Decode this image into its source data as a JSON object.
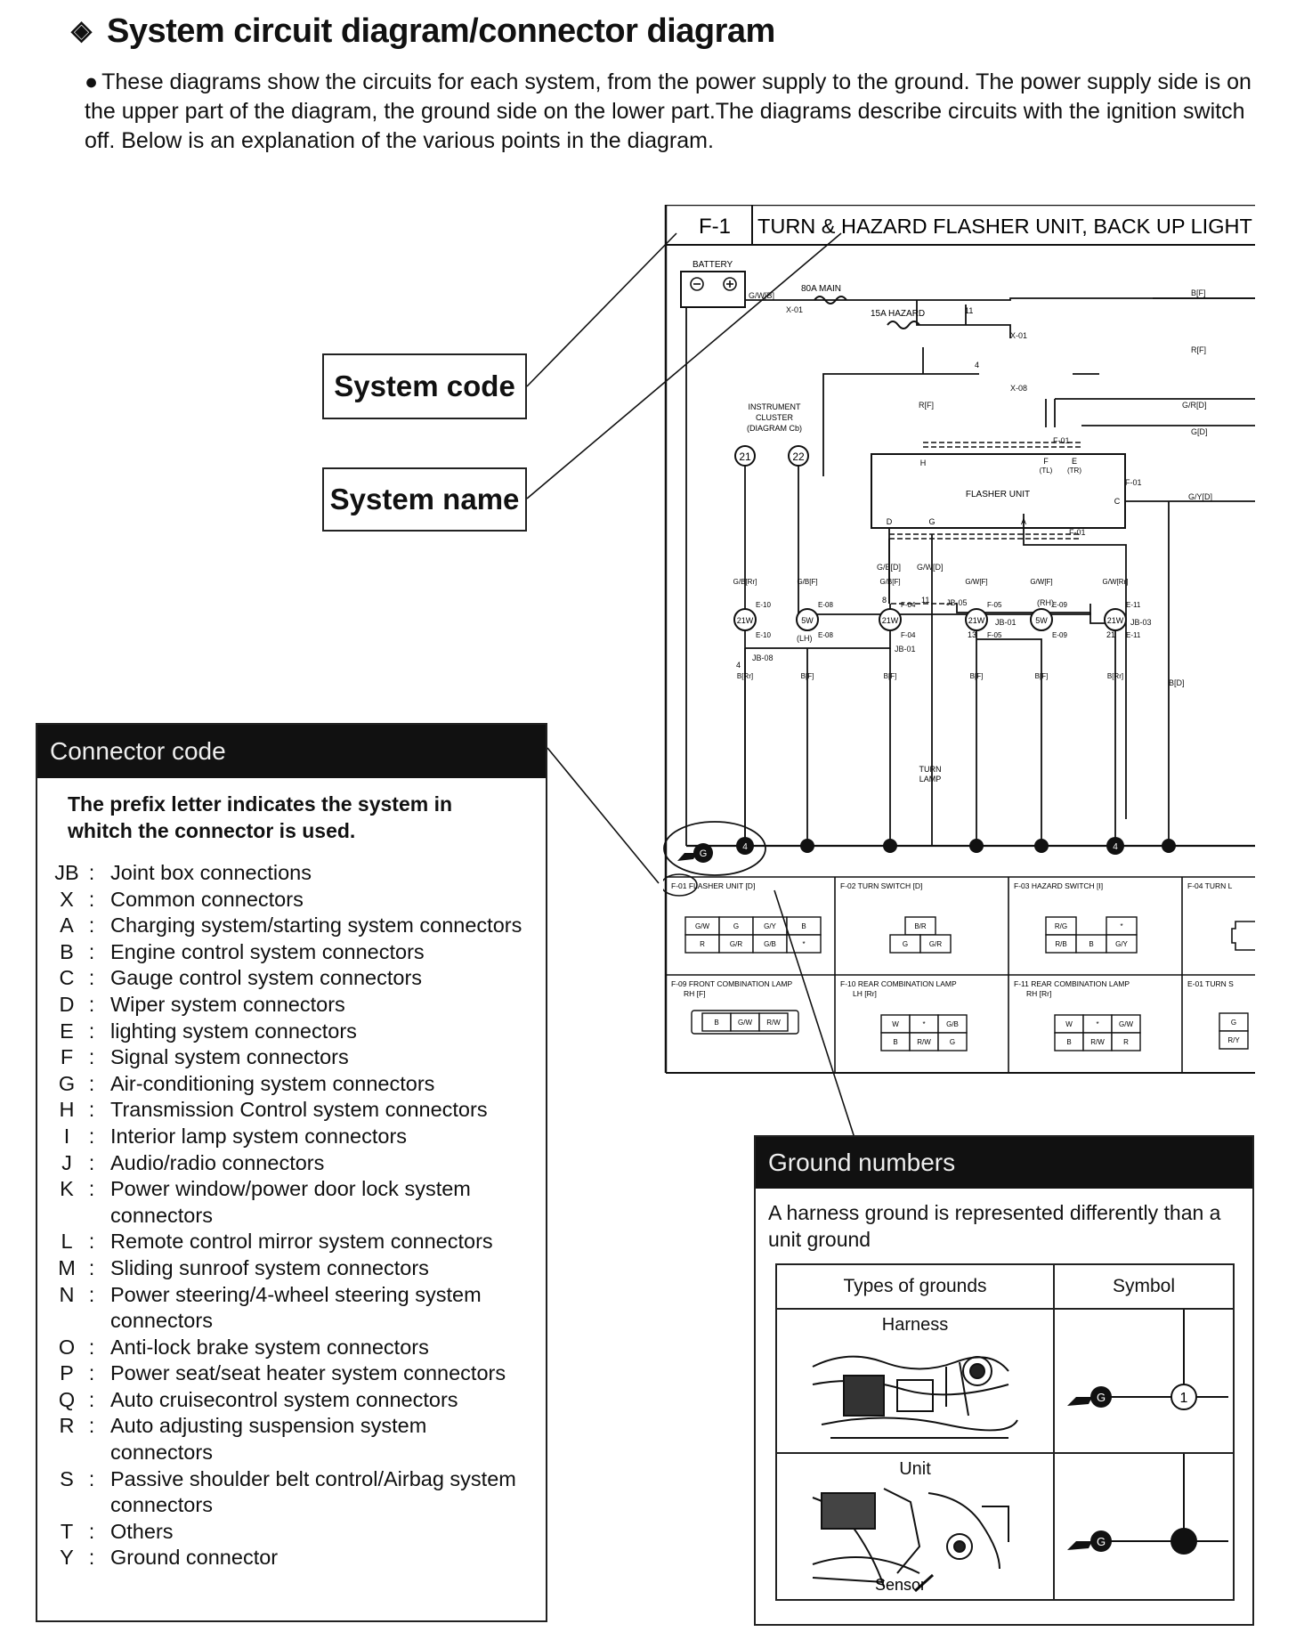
{
  "title": "System circuit diagram/connector diagram",
  "intro": "These diagrams show the circuits for each system, from the power supply to the ground. The power supply side is on the upper part of the diagram, the ground side on the lower part.The diagrams describe circuits with the ignition switch off. Below is an explanation of the various points in the diagram.",
  "callouts": {
    "system_code": "System code",
    "system_name": "System name"
  },
  "connector_code": {
    "header": "Connector code",
    "description": "The prefix letter indicates the system in whitch the connector is used.",
    "items": [
      {
        "key": "JB",
        "text": "Joint box connections"
      },
      {
        "key": "X",
        "text": "Common connectors"
      },
      {
        "key": "A",
        "text": "Charging system/starting system connectors"
      },
      {
        "key": "B",
        "text": "Engine control system connectors"
      },
      {
        "key": "C",
        "text": "Gauge control system connectors"
      },
      {
        "key": "D",
        "text": "Wiper system connectors"
      },
      {
        "key": "E",
        "text": "lighting system connectors"
      },
      {
        "key": "F",
        "text": "Signal system connectors"
      },
      {
        "key": "G",
        "text": "Air-conditioning system connectors"
      },
      {
        "key": "H",
        "text": "Transmission Control system connectors"
      },
      {
        "key": "I",
        "text": "Interior lamp system connectors"
      },
      {
        "key": "J",
        "text": "Audio/radio connectors"
      },
      {
        "key": "K",
        "text": "Power window/power door lock system connectors"
      },
      {
        "key": "L",
        "text": "Remote control mirror system connectors"
      },
      {
        "key": "M",
        "text": "Sliding sunroof system connectors"
      },
      {
        "key": "N",
        "text": "Power steering/4-wheel steering system connectors"
      },
      {
        "key": "O",
        "text": "Anti-lock brake system connectors"
      },
      {
        "key": "P",
        "text": "Power seat/seat heater system connectors"
      },
      {
        "key": "Q",
        "text": "Auto cruisecontrol system connectors"
      },
      {
        "key": "R",
        "text": "Auto adjusting suspension system connectors"
      },
      {
        "key": "S",
        "text": "Passive shoulder belt control/Airbag system connectors"
      },
      {
        "key": "T",
        "text": "Others"
      },
      {
        "key": "Y",
        "text": "Ground connector"
      }
    ]
  },
  "ground_numbers": {
    "header": "Ground numbers",
    "description": "A harness ground is represented differently than a unit ground",
    "col_types": "Types of grounds",
    "col_symbol": "Symbol",
    "rows": [
      {
        "type": "Harness",
        "symbol_number": "1",
        "g_label": "G"
      },
      {
        "type": "Unit",
        "image_label": "Sensor",
        "g_label": "G"
      }
    ]
  },
  "diagram": {
    "system_code": "F-1",
    "system_name": "TURN & HAZARD FLASHER UNIT, BACK UP LIGHT",
    "battery": "BATTERY",
    "fuse_main": "80A MAIN",
    "fuse_hazard": "15A HAZARD",
    "instrument_cluster": [
      "INSTRUMENT",
      "CLUSTER",
      "(DIAGRAM Cb)"
    ],
    "cluster_nodes": [
      "21",
      "22"
    ],
    "flasher_unit": "FLASHER UNIT",
    "flasher_pins_top": [
      "H",
      "F",
      "(TL)",
      "E",
      "(TR)"
    ],
    "flasher_pins_bottom": [
      "D",
      "G",
      "A"
    ],
    "flasher_pin_c": "C",
    "wires": [
      "G/W[B]",
      "X-01",
      "B[F]",
      "X-01",
      "R[F]",
      "X-08",
      "R[F]",
      "G/R[D]",
      "G[D]",
      "G/Y[D]",
      "F-01",
      "F-01",
      "F-01",
      "G/B[D]",
      "G/W[D]",
      "JB-05",
      "(RH)",
      "JB-01",
      "JB-03",
      "(LH)",
      "JB-08",
      "JB-01",
      "B[D]"
    ],
    "wire_numbers": [
      "11",
      "4",
      "8",
      "11",
      "13",
      "21",
      "4"
    ],
    "lamp_top_wires": [
      "G/B[Rr]",
      "G/B[F]",
      "G/B[F]",
      "G/W[F]",
      "G/W[F]",
      "G/W[Rr]"
    ],
    "lamp_connectors": [
      "E-10",
      "E-08",
      "F-04",
      "F-05",
      "E-09",
      "E-11"
    ],
    "lamp_wattages": [
      "21W",
      "5W",
      "21W",
      "21W",
      "5W",
      "21W"
    ],
    "lamp_bottom_wires": [
      "B[Rr]",
      "B[F]",
      "B[F]",
      "B[F]",
      "B[F]",
      "B[Rr]"
    ],
    "turn_lamp": [
      "TURN",
      "LAMP"
    ],
    "ground_bus": {
      "g_label": "G",
      "harness_number": "4",
      "end_number": "4"
    },
    "connector_views_row1": [
      {
        "title": "F-01 FLASHER UNIT [D]",
        "pins": [
          "G/W",
          "G",
          "G/Y",
          "B",
          "R",
          "G/R",
          "G/B",
          "*"
        ]
      },
      {
        "title": "F-02 TURN SWITCH [D]",
        "pins": [
          "B/R",
          "G",
          "G/R"
        ]
      },
      {
        "title": "F-03 HAZARD SWITCH [I]",
        "pins": [
          "R/G",
          "*",
          "R/B",
          "B",
          "G/Y"
        ]
      },
      {
        "title": "F-04 TURN L",
        "pins": []
      }
    ],
    "connector_views_row2": [
      {
        "title": "F-09 FRONT COMBINATION LAMP",
        "sub": "RH [F]",
        "pins": [
          "B",
          "G/W",
          "R/W"
        ]
      },
      {
        "title": "F-10 REAR COMBINATION LAMP",
        "sub": "LH [Rr]",
        "pins": [
          "W",
          "*",
          "G/B",
          "B",
          "R/W",
          "G"
        ]
      },
      {
        "title": "F-11 REAR COMBINATION LAMP",
        "sub": "RH [Rr]",
        "pins": [
          "W",
          "*",
          "G/W",
          "B",
          "R/W",
          "R"
        ]
      },
      {
        "title": "E-01 TURN S",
        "sub": "",
        "pins": [
          "G",
          "R/Y"
        ]
      }
    ]
  }
}
